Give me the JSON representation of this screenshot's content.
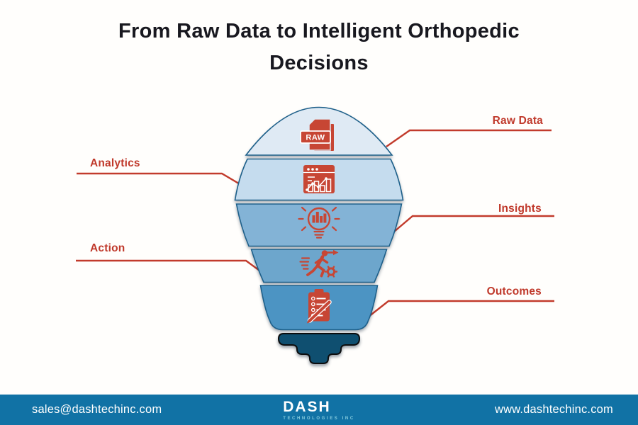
{
  "title": "From Raw Data to Intelligent Orthopedic Decisions",
  "funnel": {
    "raw_badge_text": "RAW",
    "stages": [
      {
        "label": "Raw Data",
        "icon": "raw-file-icon",
        "side": "right",
        "fill": "#dfeaf4"
      },
      {
        "label": "Analytics",
        "icon": "analytics-dashboard-icon",
        "side": "left",
        "fill": "#c5dcee"
      },
      {
        "label": "Insights",
        "icon": "lightbulb-bars-icon",
        "side": "right",
        "fill": "#83b3d6"
      },
      {
        "label": "Action",
        "icon": "running-person-gear-icon",
        "side": "left",
        "fill": "#6da6cc"
      },
      {
        "label": "Outcomes",
        "icon": "clipboard-checklist-icon",
        "side": "right",
        "fill": "#4c94c3"
      }
    ]
  },
  "colors": {
    "accent_red": "#c0392b",
    "icon_red": "#c74634",
    "segment_stroke": "#1e608a",
    "bulb_base_fill": "#0f4f70",
    "footer_bg": "#1172a5",
    "title_text": "#18181f",
    "logo_subtext_color": "#85cbdd"
  },
  "footer": {
    "email": "sales@dashtechinc.com",
    "website": "www.dashtechinc.com",
    "logo_text": "DASH",
    "logo_subtext": "TECHNOLOGIES INC"
  }
}
